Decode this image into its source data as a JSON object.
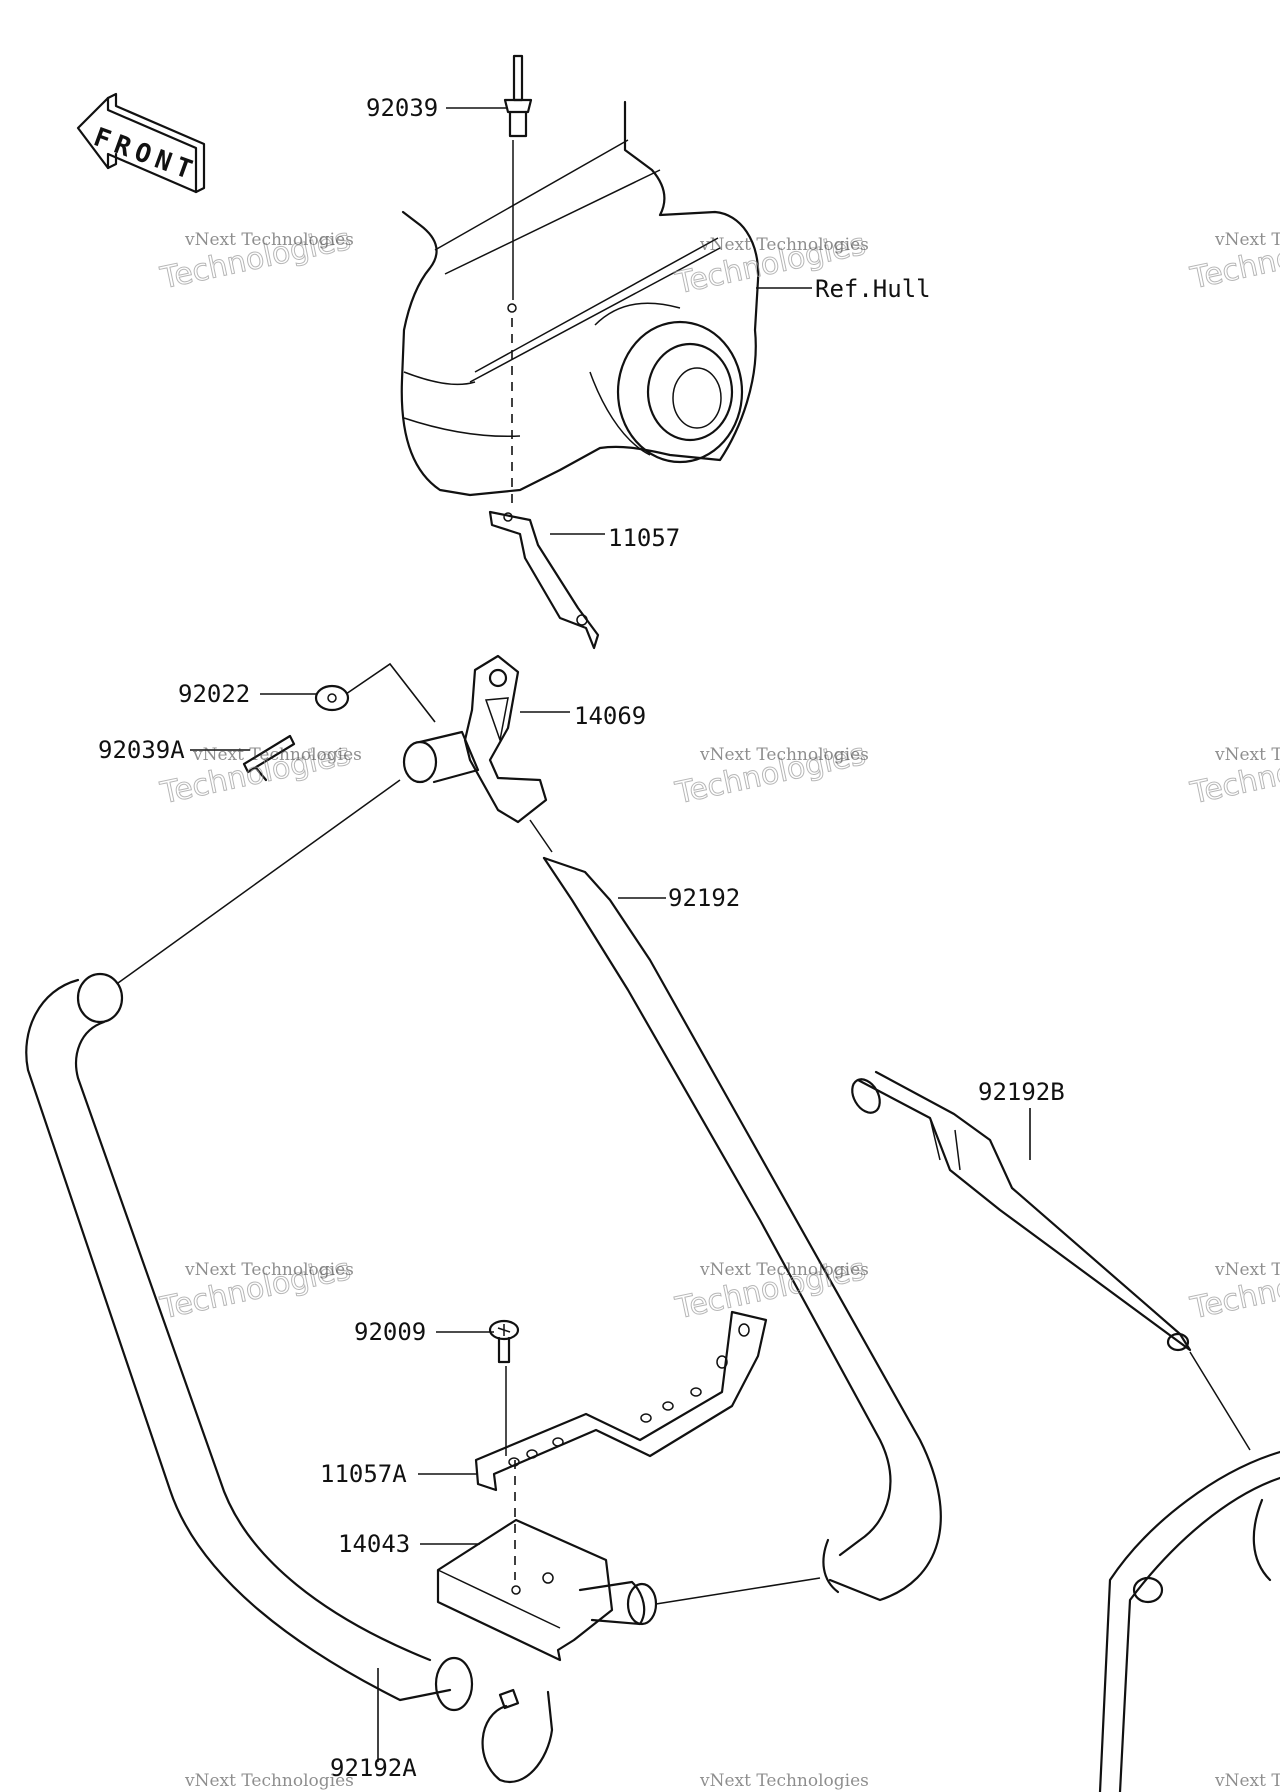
{
  "front_label": "FRONT",
  "watermark": {
    "line1": "vNext Technologies",
    "line2": "Technologies",
    "overlay": "vNext"
  },
  "labels": {
    "p92039": "92039",
    "ref_hull": "Ref.Hull",
    "p11057": "11057",
    "p92022": "92022",
    "p14069": "14069",
    "p92039A": "92039A",
    "p92192": "92192",
    "p92192B": "92192B",
    "p92009": "92009",
    "p11057A": "11057A",
    "p14043": "14043",
    "p92192A": "92192A"
  }
}
